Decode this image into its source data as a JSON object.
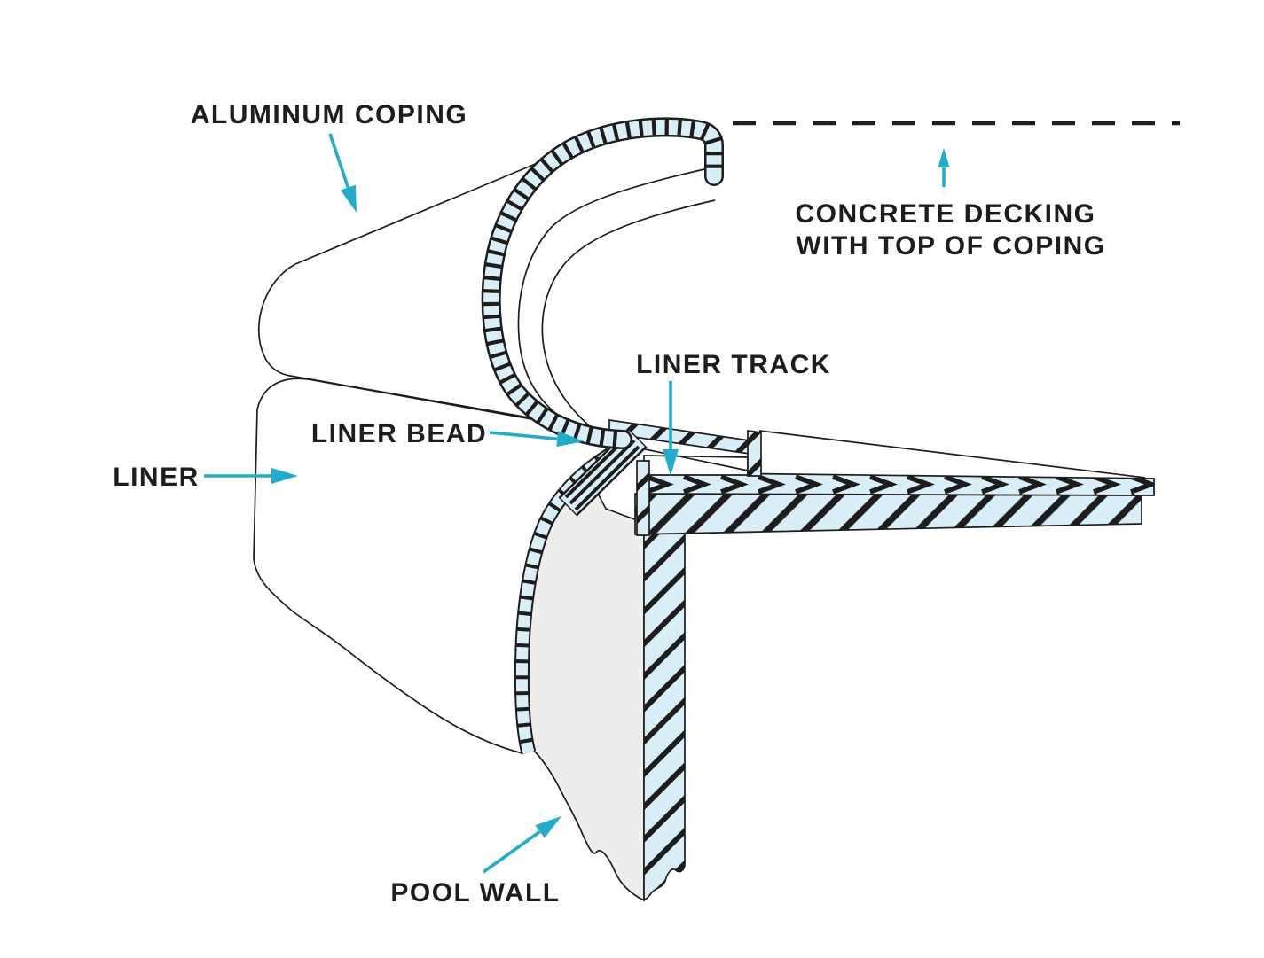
{
  "diagram": {
    "labels": {
      "aluminum_coping": "ALUMINUM COPING",
      "concrete_decking_line1": "CONCRETE DECKING",
      "concrete_decking_line2": "WITH TOP OF COPING",
      "liner_track": "LINER TRACK",
      "liner_bead": "LINER BEAD",
      "liner": "LINER",
      "pool_wall": "POOL WALL"
    },
    "colors": {
      "accent": "#1fadcb",
      "material_fill": "#d9eef6",
      "liner_gray": "#ededec",
      "line": "#1d1d1d",
      "background": "#ffffff"
    }
  }
}
